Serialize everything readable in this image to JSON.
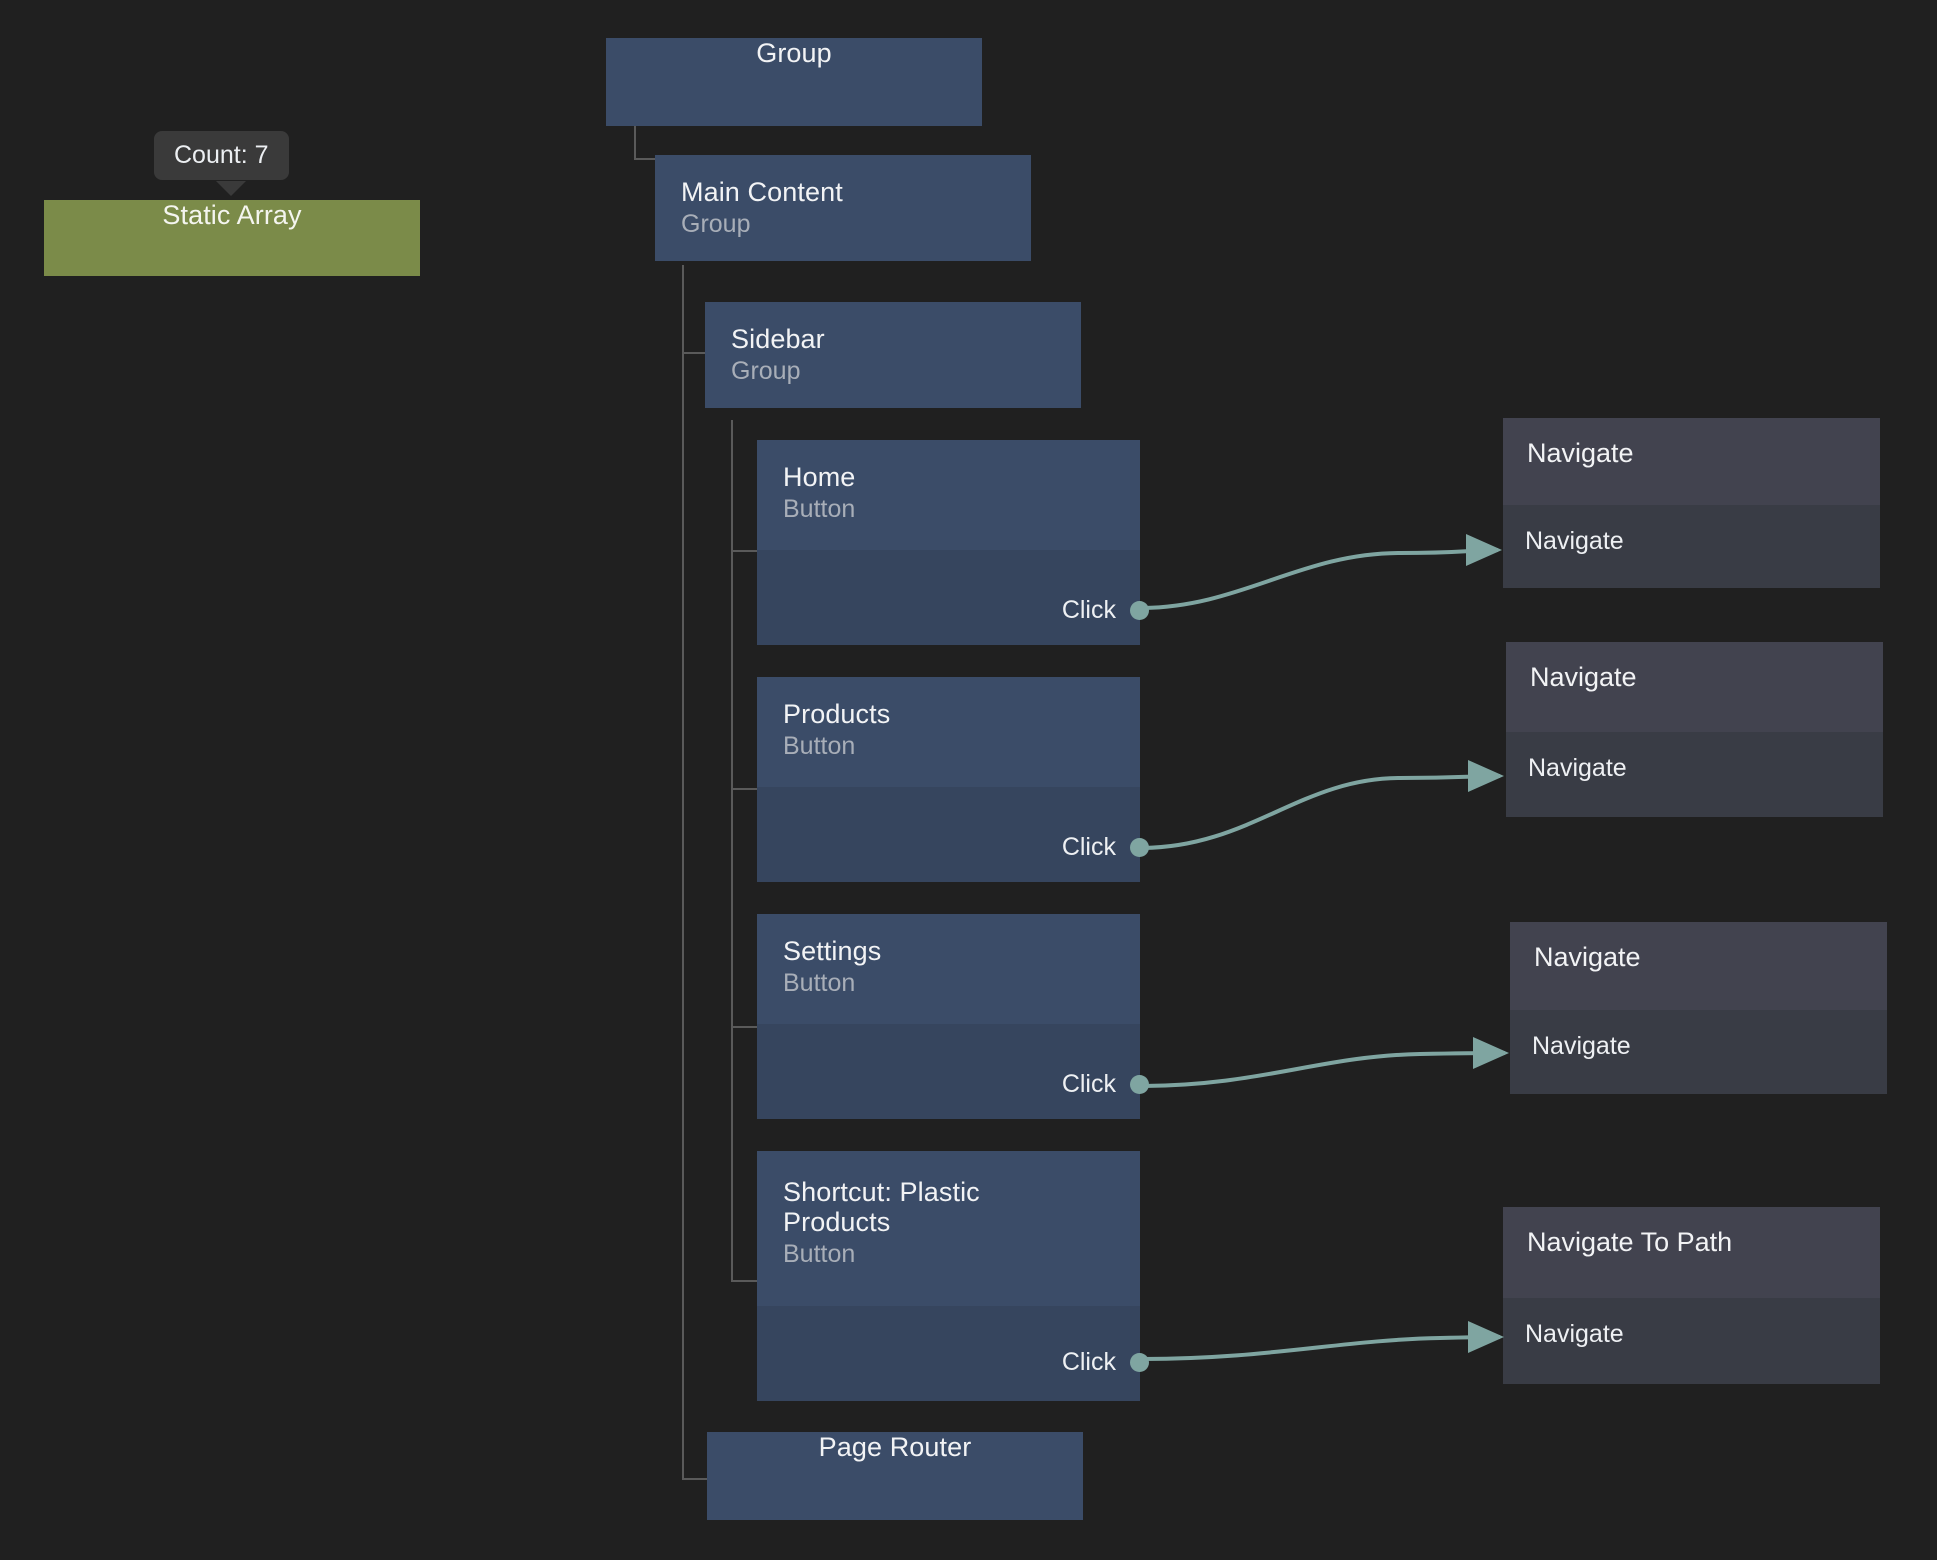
{
  "canvas": {
    "background": "#202020",
    "accent_connector": "#7fa5a1",
    "node_header_color": "#3b4c68",
    "node_body_color": "#36455e",
    "action_header_color": "#42434f",
    "action_body_color": "#393c45",
    "green_node_color": "#7b8b49",
    "tooltip_color": "#3a3a3a"
  },
  "tooltip": {
    "text": "Count: 7"
  },
  "green_node": {
    "title": "Static Array"
  },
  "tree": {
    "root": {
      "title": "Group"
    },
    "nodes": [
      {
        "title": "Main Content",
        "subtitle": "Group"
      },
      {
        "title": "Sidebar",
        "subtitle": "Group"
      },
      {
        "title": "Page Router",
        "subtitle": ""
      }
    ],
    "buttons": [
      {
        "title": "Home",
        "subtitle": "Button",
        "port_label": "Click"
      },
      {
        "title": "Products",
        "subtitle": "Button",
        "port_label": "Click"
      },
      {
        "title": "Settings",
        "subtitle": "Button",
        "port_label": "Click"
      },
      {
        "title": "Shortcut: Plastic Products",
        "subtitle": "Button",
        "port_label": "Click"
      }
    ]
  },
  "actions": [
    {
      "title": "Navigate",
      "input_label": "Navigate"
    },
    {
      "title": "Navigate",
      "input_label": "Navigate"
    },
    {
      "title": "Navigate",
      "input_label": "Navigate"
    },
    {
      "title": "Navigate To Path",
      "input_label": "Navigate"
    }
  ]
}
